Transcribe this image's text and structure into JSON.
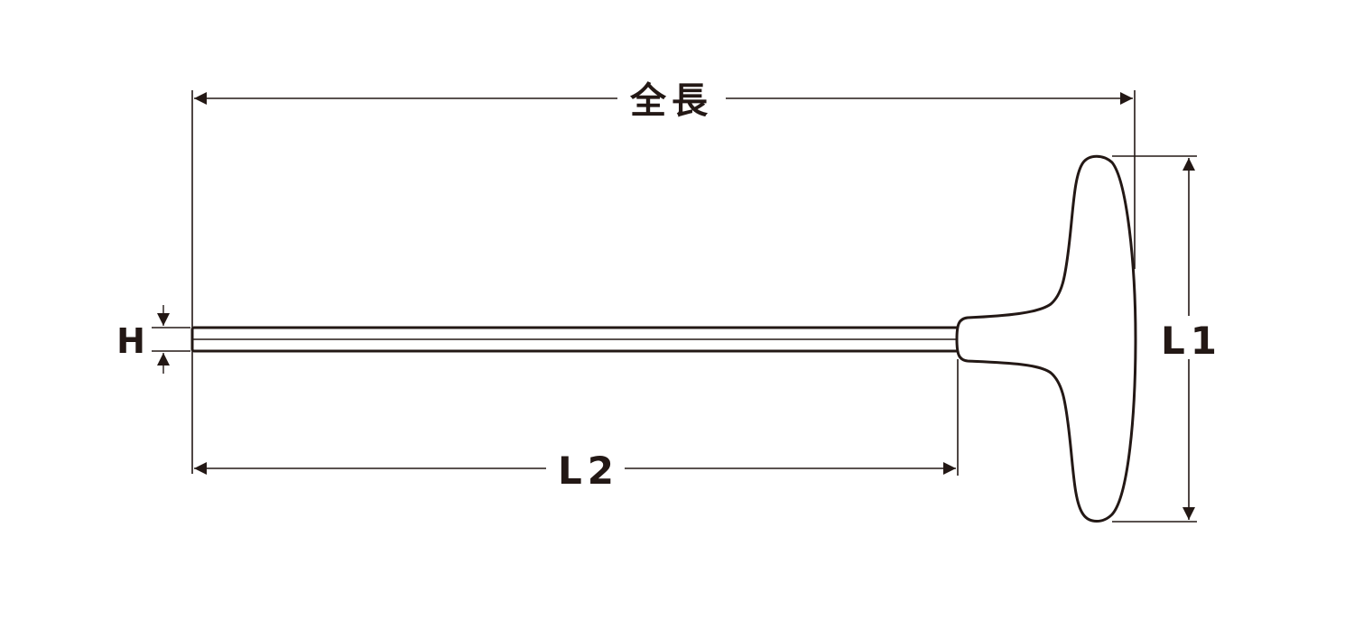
{
  "labels": {
    "overall_length": "全長",
    "shaft_length": "L2",
    "handle_length": "L1",
    "hex_size": "H"
  },
  "colors": {
    "line": "#231815",
    "background": "#ffffff"
  }
}
